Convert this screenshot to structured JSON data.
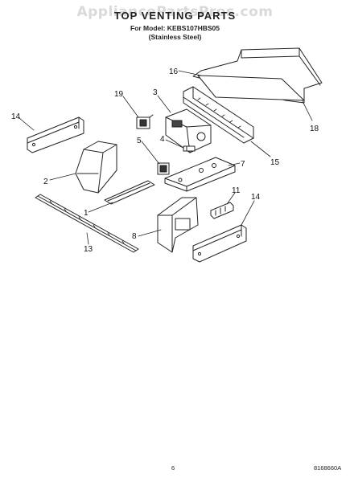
{
  "watermark": "AppliancePartsPros.com",
  "header": {
    "title": "TOP VENTING PARTS",
    "model_line": "For Model: KEBS107HBS05",
    "finish_line": "(Stainless Steel)"
  },
  "callouts": [
    "16",
    "18",
    "3",
    "19",
    "14",
    "15",
    "4",
    "5",
    "7",
    "2",
    "1",
    "11",
    "14",
    "8",
    "13"
  ],
  "footer": {
    "page_number": "6",
    "figure_number": "8168660A"
  }
}
